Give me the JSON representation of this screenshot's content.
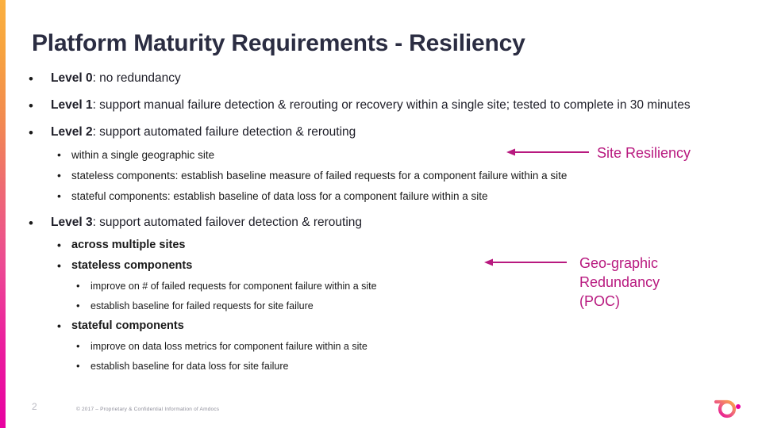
{
  "slide": {
    "title": "Platform Maturity Requirements - Resiliency",
    "number": "2",
    "footer_note": "© 2017 – Proprietary & Confidential Information of Amdocs",
    "colors": {
      "title": "#2B2D42",
      "body": "#1a1a1a",
      "annotation": "#B8197F",
      "accent_top": "#FBB040",
      "accent_bottom": "#E800A0",
      "slide_number": "#b9b9c2"
    }
  },
  "content": {
    "level0": {
      "label": "Level 0",
      "rest": ": no redundancy"
    },
    "level1": {
      "label": "Level 1",
      "rest": ": support manual failure detection & rerouting or recovery within a single site; tested to complete in 30 minutes"
    },
    "level2": {
      "label": "Level 2",
      "rest": ": support automated failure detection & rerouting",
      "subs": [
        "within a single geographic site",
        "stateless components: establish baseline measure of failed requests for a component failure within a site",
        "stateful components: establish baseline of data loss for a component failure within a site"
      ]
    },
    "level3": {
      "label": "Level 3",
      "rest": ": support automated failover detection & rerouting",
      "sub_across": "across multiple sites",
      "sub_stateless": "stateless components",
      "stateless_items": [
        "improve on # of failed requests for component failure within a site",
        "establish baseline for failed requests for site failure"
      ],
      "sub_stateful": "stateful components",
      "stateful_items": [
        "improve on data loss metrics for component failure within a site",
        "establish baseline for data loss for site failure"
      ]
    }
  },
  "annotations": {
    "site_resiliency": "Site Resiliency",
    "geo_redundancy": "Geo-graphic\nRedundancy\n(POC)"
  },
  "icons": {
    "bullet": "•",
    "arrow_left": "left-arrow-icon",
    "logo": "amdocs-logo"
  }
}
